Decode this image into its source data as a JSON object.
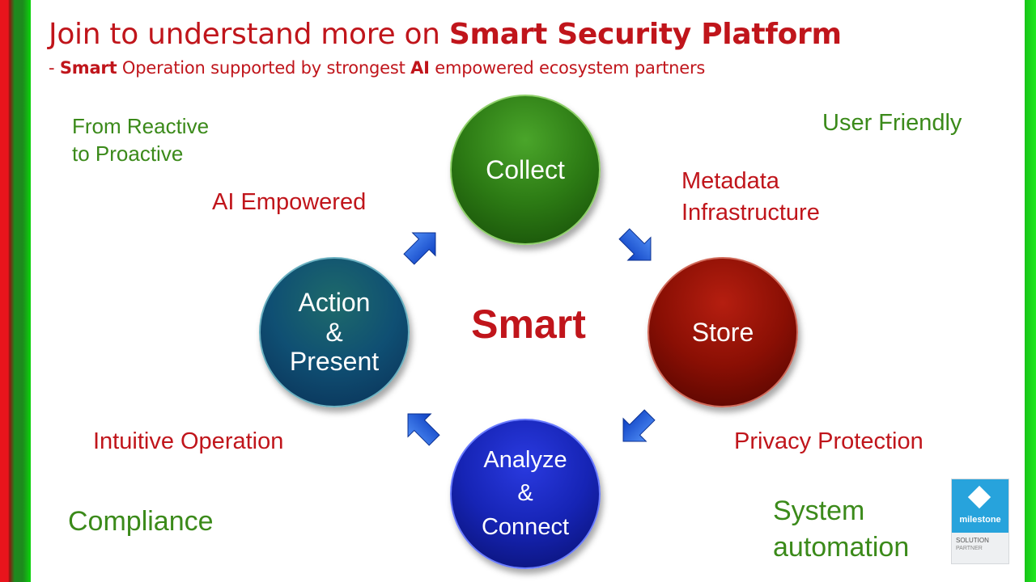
{
  "header": {
    "title_prefix": "Join to understand more on ",
    "title_bold": "Smart Security Platform",
    "subtitle_dash": "- ",
    "subtitle_bold1": "Smart",
    "subtitle_mid": " Operation supported by strongest ",
    "subtitle_bold2": "AI",
    "subtitle_end": " empowered ecosystem partners"
  },
  "cycle": {
    "collect": "Collect",
    "store": "Store",
    "analyze_line1": "Analyze",
    "analyze_line2": "&",
    "analyze_line3": "Connect",
    "action_line1": "Action",
    "action_line2": "&",
    "action_line3": "Present",
    "center": "Smart"
  },
  "labels": {
    "reactive_line1": "From Reactive",
    "reactive_line2": "to Proactive",
    "ai_empowered": "AI Empowered",
    "user_friendly": "User Friendly",
    "metadata_line1": "Metadata",
    "metadata_line2": "Infrastructure",
    "intuitive": "Intuitive Operation",
    "privacy": "Privacy Protection",
    "compliance": "Compliance",
    "automation_line1": "System",
    "automation_line2": "automation"
  },
  "logo": {
    "word": "milestone",
    "line1": "SOLUTION",
    "line2": "PARTNER"
  },
  "colors": {
    "red": "#c0151b",
    "green": "#3b8a1a",
    "arrow_blue": "#1a5ce0"
  }
}
